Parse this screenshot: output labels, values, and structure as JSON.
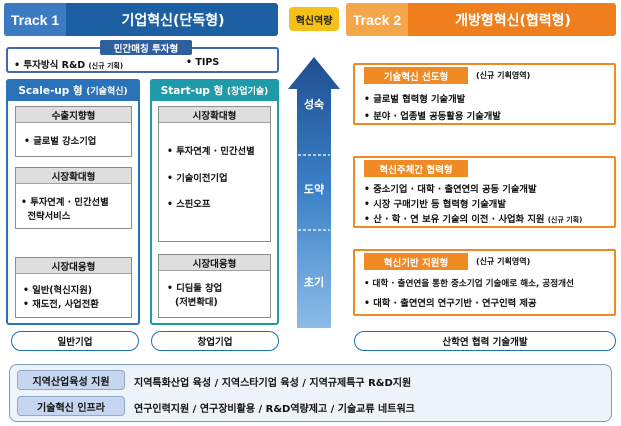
{
  "track1": {
    "tag": "Track 1",
    "title": "기업혁신(단독형)"
  },
  "capability": "혁신역량",
  "track2": {
    "tag": "Track 2",
    "title": "개방형혁신(협력형)"
  },
  "matching": {
    "title": "민간매칭 투자형",
    "item1": "투자방식 R&D",
    "item1_note": "(신규 기획)",
    "item2": "TIPS"
  },
  "scaleup": {
    "head_main": "Scale-up 형",
    "head_sub": "(기술혁신)",
    "stages": [
      {
        "title": "수출지향형",
        "items": [
          "글로벌 강소기업"
        ]
      },
      {
        "title": "시장확대형",
        "items": [
          "투자연계 · 민간선별",
          "전략서비스"
        ]
      },
      {
        "title": "시장대응형",
        "items": [
          "일반(혁신지원)",
          "재도전, 사업전환"
        ]
      }
    ]
  },
  "startup": {
    "head_main": "Start-up 형",
    "head_sub": "(창업기술)",
    "stages": [
      {
        "title": "시장확대형",
        "items": [
          "투자연계 · 민간선별",
          "기술이전기업",
          "스핀오프"
        ]
      },
      {
        "title": "시장대응형",
        "items": [
          "디딤돌 창업",
          "(저변확대)"
        ]
      }
    ]
  },
  "growth": {
    "top": "성숙",
    "mid": "도약",
    "low": "초기"
  },
  "track2_boxes": [
    {
      "title": "기술혁신 선도형",
      "note": "(신규 기획영역)",
      "items": [
        "글로벌 협력형 기술개발",
        "분야 · 업종별 공동활용 기술개발"
      ]
    },
    {
      "title": "혁신주체간 협력형",
      "note": "",
      "items": [
        "중소기업 · 대학 · 출연연의 공동 기술개발",
        "시장 구매기반 등 협력형 기술개발",
        "산 · 학 · 연 보유 기술의 이전 · 사업화 지원"
      ],
      "item_note": "(신규 기획)"
    },
    {
      "title": "혁신기반 지원형",
      "note": "(신규 기획영역)",
      "items": [
        "대학 · 출연연을 통한 중소기업 기술애로 해소, 공정개선",
        "대학 · 출연연의 연구기반 · 연구인력 제공"
      ]
    }
  ],
  "bottom_labels": {
    "general": "일반기업",
    "startup": "창업기업",
    "cooperation": "산학연 협력 기술개발"
  },
  "infra": [
    {
      "label": "지역산업육성 지원",
      "text": "지역특화산업 육성 / 지역스타기업 육성 / 지역규제특구 R&D지원"
    },
    {
      "label": "기술혁신 인프라",
      "text": "연구인력지원 / 연구장비활용 / R&D역량제고 / 기술교류 네트워크"
    }
  ],
  "colors": {
    "track1": "#1d5fa3",
    "track2": "#ee7f1c",
    "capability": "#f4c019",
    "arrow_top": "#1f4e91",
    "arrow_mid": "#3c82c8",
    "arrow_low": "#7fb3e3"
  }
}
